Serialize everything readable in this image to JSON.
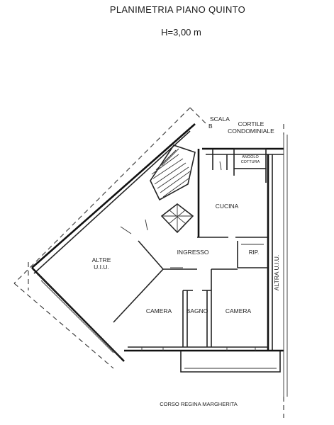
{
  "header": {
    "title": "PLANIMETRIA PIANO QUINTO",
    "height": "H=3,00 m"
  },
  "rooms": {
    "scala": "SCALA",
    "scala_b": "B",
    "cortile_1": "CORTILE",
    "cortile_2": "CONDOMINIALE",
    "angolo_1": "ANGOLO",
    "angolo_2": "COTTURA",
    "cucina": "CUCINA",
    "ingresso": "INGRESSO",
    "rip": "RIP.",
    "altre_1": "ALTRE",
    "altre_2": "U.I.U.",
    "camera_left": "CAMERA",
    "bagno": "BAGNO",
    "camera_right": "CAMERA",
    "altra_uiu": "ALTRA U.I.U."
  },
  "footer": {
    "street": "CORSO REGINA MARGHERITA"
  }
}
